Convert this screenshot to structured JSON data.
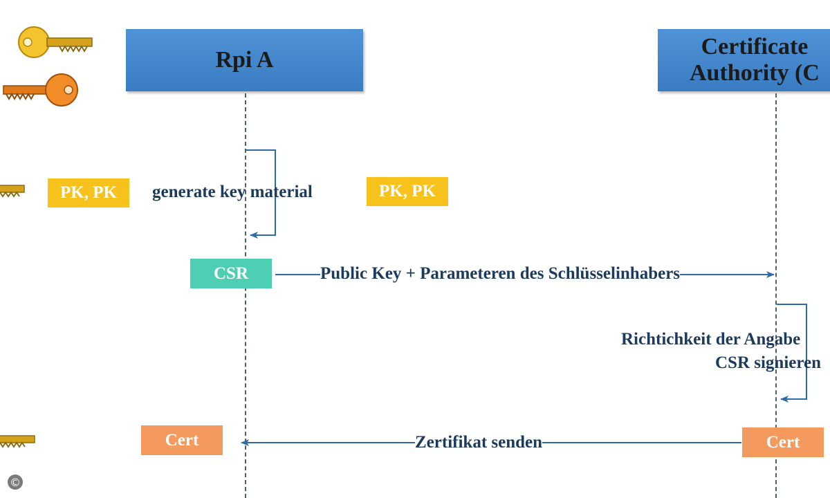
{
  "actors": {
    "rpi": "Rpi A",
    "ca_line1": "Certificate",
    "ca_line2": "Authority (C"
  },
  "messages": {
    "generate": "generate key material",
    "public_key": "Public Key + Parameteren des Schlüsselinhabers",
    "check_line1": "Richtichkeit der Angabe",
    "check_line2": "CSR signieren",
    "send_cert": "Zertifikat senden"
  },
  "tags": {
    "pk_left": "PK, PK",
    "pk_right": "PK, PK",
    "csr": "CSR",
    "cert_left": "Cert",
    "cert_right": "Cert"
  },
  "icons": {
    "key_yellow": "key-icon",
    "key_orange": "key-icon",
    "copyright": "©"
  },
  "colors": {
    "actor_box": "#3f86cc",
    "message_text": "#1c3a5c",
    "tag_yellow": "#f7c21c",
    "tag_green": "#4ecfb3",
    "tag_orange": "#f59a5e",
    "arrow": "#2e6aa6"
  }
}
